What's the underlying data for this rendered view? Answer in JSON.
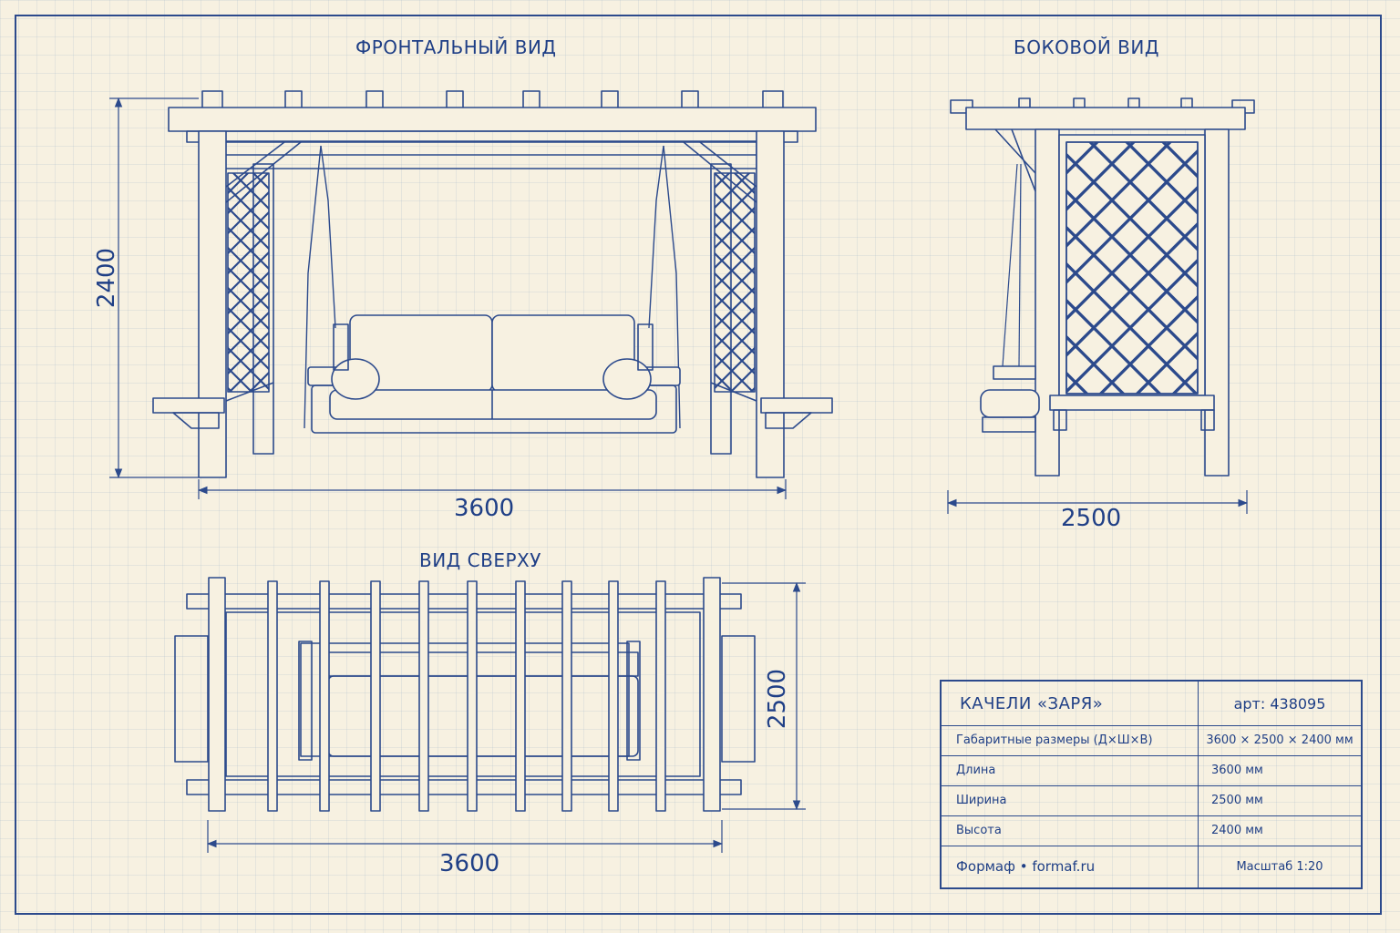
{
  "views": {
    "front_title": "ФРОНТАЛЬНЫЙ ВИД",
    "side_title": "БОКОВОЙ ВИД",
    "top_title": "ВИД СВЕРХУ"
  },
  "dimensions": {
    "front_height": "2400",
    "front_width": "3600",
    "side_width": "2500",
    "top_length": "3600",
    "top_depth": "2500"
  },
  "title_block": {
    "name": "КАЧЕЛИ «ЗАРЯ»",
    "article": "арт: 438095",
    "rows": [
      {
        "label": "Габаритные размеры (Д×Ш×В)",
        "value": "3600 × 2500 × 2400 мм"
      },
      {
        "label": "Длина",
        "value": "3600 мм"
      },
      {
        "label": "Ширина",
        "value": "2500 мм"
      },
      {
        "label": "Высота",
        "value": "2400 мм"
      }
    ],
    "company": "Формаф • formaf.ru",
    "scale": "Масштаб  1:20"
  },
  "colors": {
    "ink": "#1f3f86",
    "paper": "#f7f1e1"
  }
}
